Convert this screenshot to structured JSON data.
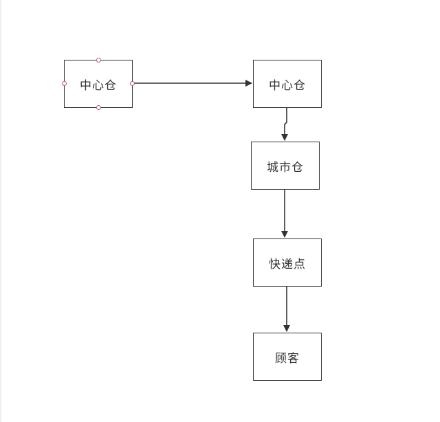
{
  "diagram": {
    "nodes": [
      {
        "id": "n1",
        "label": "中心仓",
        "selected": true
      },
      {
        "id": "n2",
        "label": "中心仓",
        "selected": false
      },
      {
        "id": "n3",
        "label": "城市仓",
        "selected": false
      },
      {
        "id": "n4",
        "label": "快递点",
        "selected": false
      },
      {
        "id": "n5",
        "label": "顾客",
        "selected": false
      }
    ],
    "edges": [
      {
        "from": "n1",
        "to": "n2"
      },
      {
        "from": "n2",
        "to": "n3"
      },
      {
        "from": "n3",
        "to": "n4"
      },
      {
        "from": "n4",
        "to": "n5"
      }
    ],
    "colors": {
      "node_border": "#333333",
      "edge": "#333333",
      "handle": "#b85c6c",
      "background": "#ffffff"
    }
  }
}
